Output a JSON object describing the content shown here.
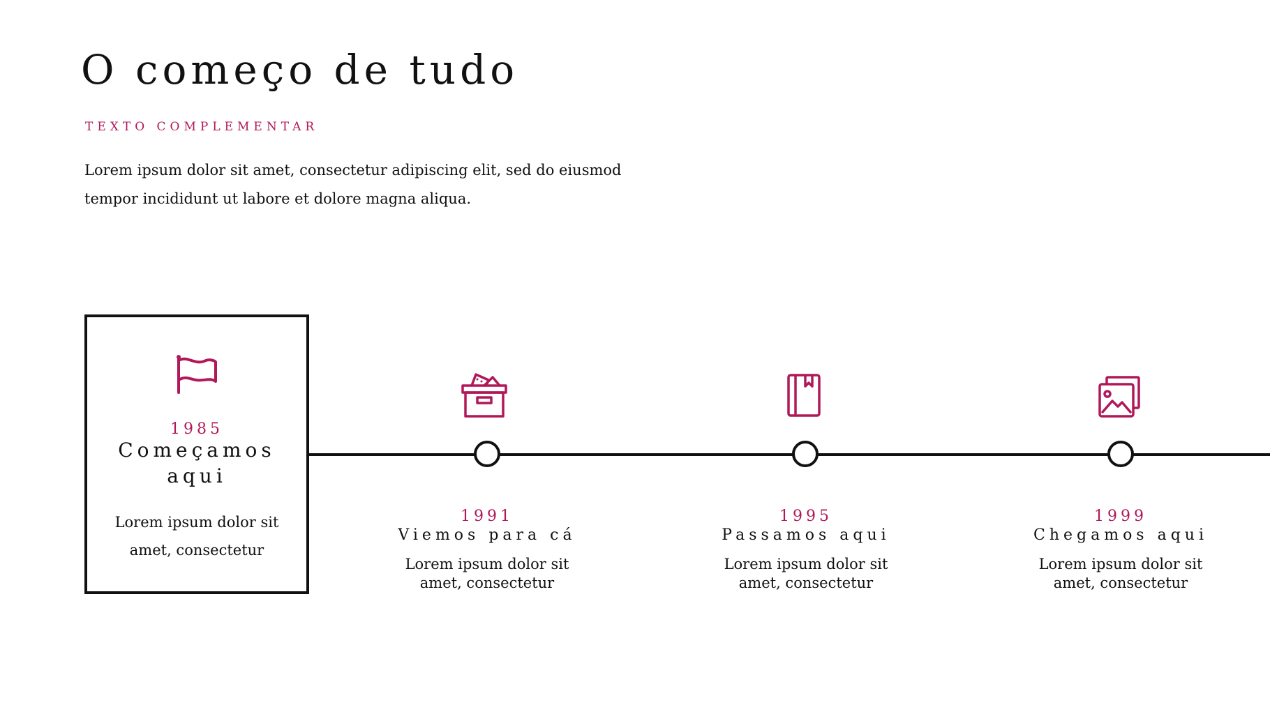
{
  "header": {
    "title": "O começo de tudo",
    "kicker": "TEXTO COMPLEMENTAR",
    "intro": "Lorem ipsum dolor sit amet, consectetur adipiscing elit, sed do eiusmod tempor incididunt ut labore et dolore magna aliqua."
  },
  "colors": {
    "accent": "#b0185a",
    "text": "#111111",
    "background": "#ffffff"
  },
  "timeline": {
    "events": [
      {
        "year": "1985",
        "title": "Começamos aqui",
        "description": "Lorem ipsum dolor sit amet, consectetur",
        "icon": "flag-icon"
      },
      {
        "year": "1991",
        "title": "Viemos para cá",
        "description": "Lorem ipsum dolor sit amet, consectetur",
        "icon": "box-icon"
      },
      {
        "year": "1995",
        "title": "Passamos aqui",
        "description": "Lorem ipsum dolor sit amet, consectetur",
        "icon": "book-icon"
      },
      {
        "year": "1999",
        "title": "Chegamos aqui",
        "description": "Lorem ipsum dolor sit amet, consectetur",
        "icon": "gallery-icon"
      }
    ]
  }
}
